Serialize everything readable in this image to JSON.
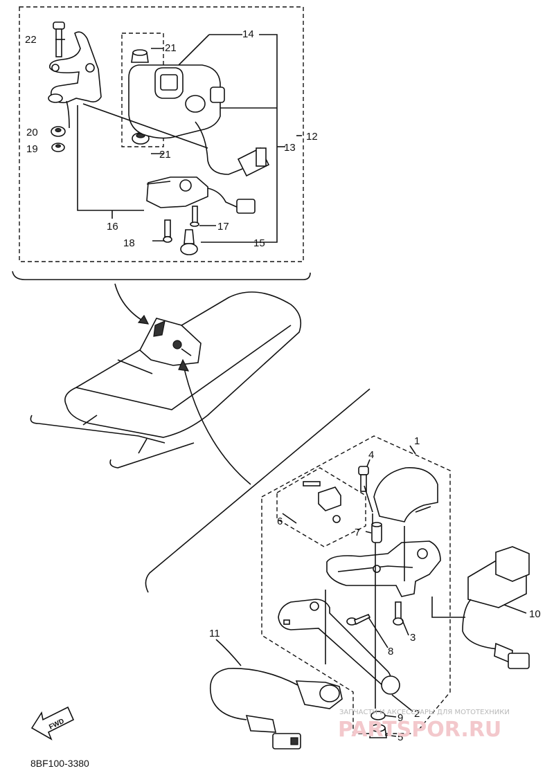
{
  "diagram": {
    "part_labels": [
      "1",
      "2",
      "3",
      "4",
      "5",
      "6",
      "7",
      "8",
      "9",
      "10",
      "11",
      "12",
      "13",
      "14",
      "15",
      "16",
      "17",
      "18",
      "19",
      "20",
      "21",
      "21",
      "22"
    ],
    "drawing_code": "8BF100-3380",
    "fwd_label": "FWD",
    "watermark": {
      "line1": "ЗАПЧАСТИ И АКСЕССУАРЫ ДЛЯ МОТОТЕХНИКИ",
      "line2": "PARTSPOR.RU"
    },
    "colors": {
      "ink": "#111111",
      "watermark": "#f3c8cc"
    }
  }
}
